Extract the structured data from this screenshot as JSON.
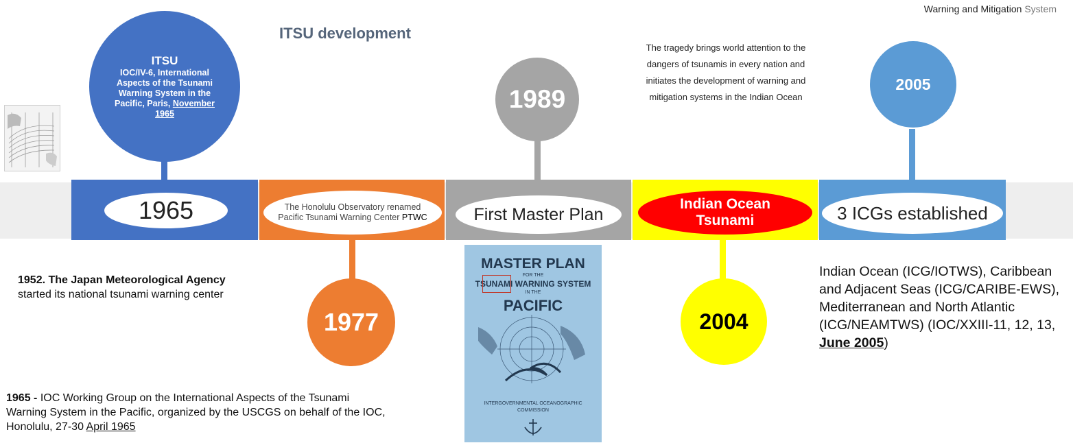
{
  "header": {
    "corner_bold": "Warning and Mitigation",
    "corner_light": "System",
    "title": "ITSU development"
  },
  "milestones": [
    {
      "circle_year": "",
      "circle_title": "ITSU",
      "circle_text_1": "IOC/IV-6, International Aspects  of the Tsunami Warning System in the Pacific, Paris,",
      "circle_link": "November 1965",
      "bar_label": "1965",
      "color": "#4472c4"
    },
    {
      "circle_year": "1977",
      "bar_label_line": "The Honolulu Observatory renamed Pacific Tsunami Warning Center",
      "bar_label_bold": "PTWC",
      "color": "#ed7d31"
    },
    {
      "circle_year": "1989",
      "bar_label": "First Master Plan",
      "color": "#a5a5a5"
    },
    {
      "circle_year": "2004",
      "bar_label": "Indian Ocean Tsunami",
      "color": "#ffff00",
      "pill_color": "#ff0000"
    },
    {
      "circle_year": "2005",
      "bar_label": "3 ICGs established",
      "color": "#5b9bd5"
    }
  ],
  "notes": {
    "jma_bold": "1952.  The Japan Meteorological Agency",
    "jma_rest": " started its national tsunami warning center",
    "wg_bold": "1965 -",
    "wg_rest": " IOC Working Group on the International Aspects of the Tsunami Warning System in the Pacific, organized by the USCGS on behalf of the IOC, Honolulu, 27-30 ",
    "wg_link": "April 1965",
    "tragedy": "The tragedy brings world attention to the dangers of tsunamis in every nation and initiates the development of warning and mitigation systems in the Indian Ocean",
    "icg_text": "Indian Ocean (ICG/IOTWS), Caribbean and Adjacent Seas (ICG/CARIBE-EWS), Mediterranean and North Atlantic (ICG/NEAMTWS) (IOC/XXIII-11, 12, 13, ",
    "icg_link": "June 2005",
    "icg_end": ")"
  },
  "poster": {
    "title1": "MASTER PLAN",
    "sub1": "FOR THE",
    "title2": "TSUNAMI WARNING SYSTEM",
    "sub2": "IN THE",
    "title3": "PACIFIC",
    "footer1": "INTERGOVERNMENTAL OCEANOGRAPHIC",
    "footer2": "COMMISSION"
  }
}
